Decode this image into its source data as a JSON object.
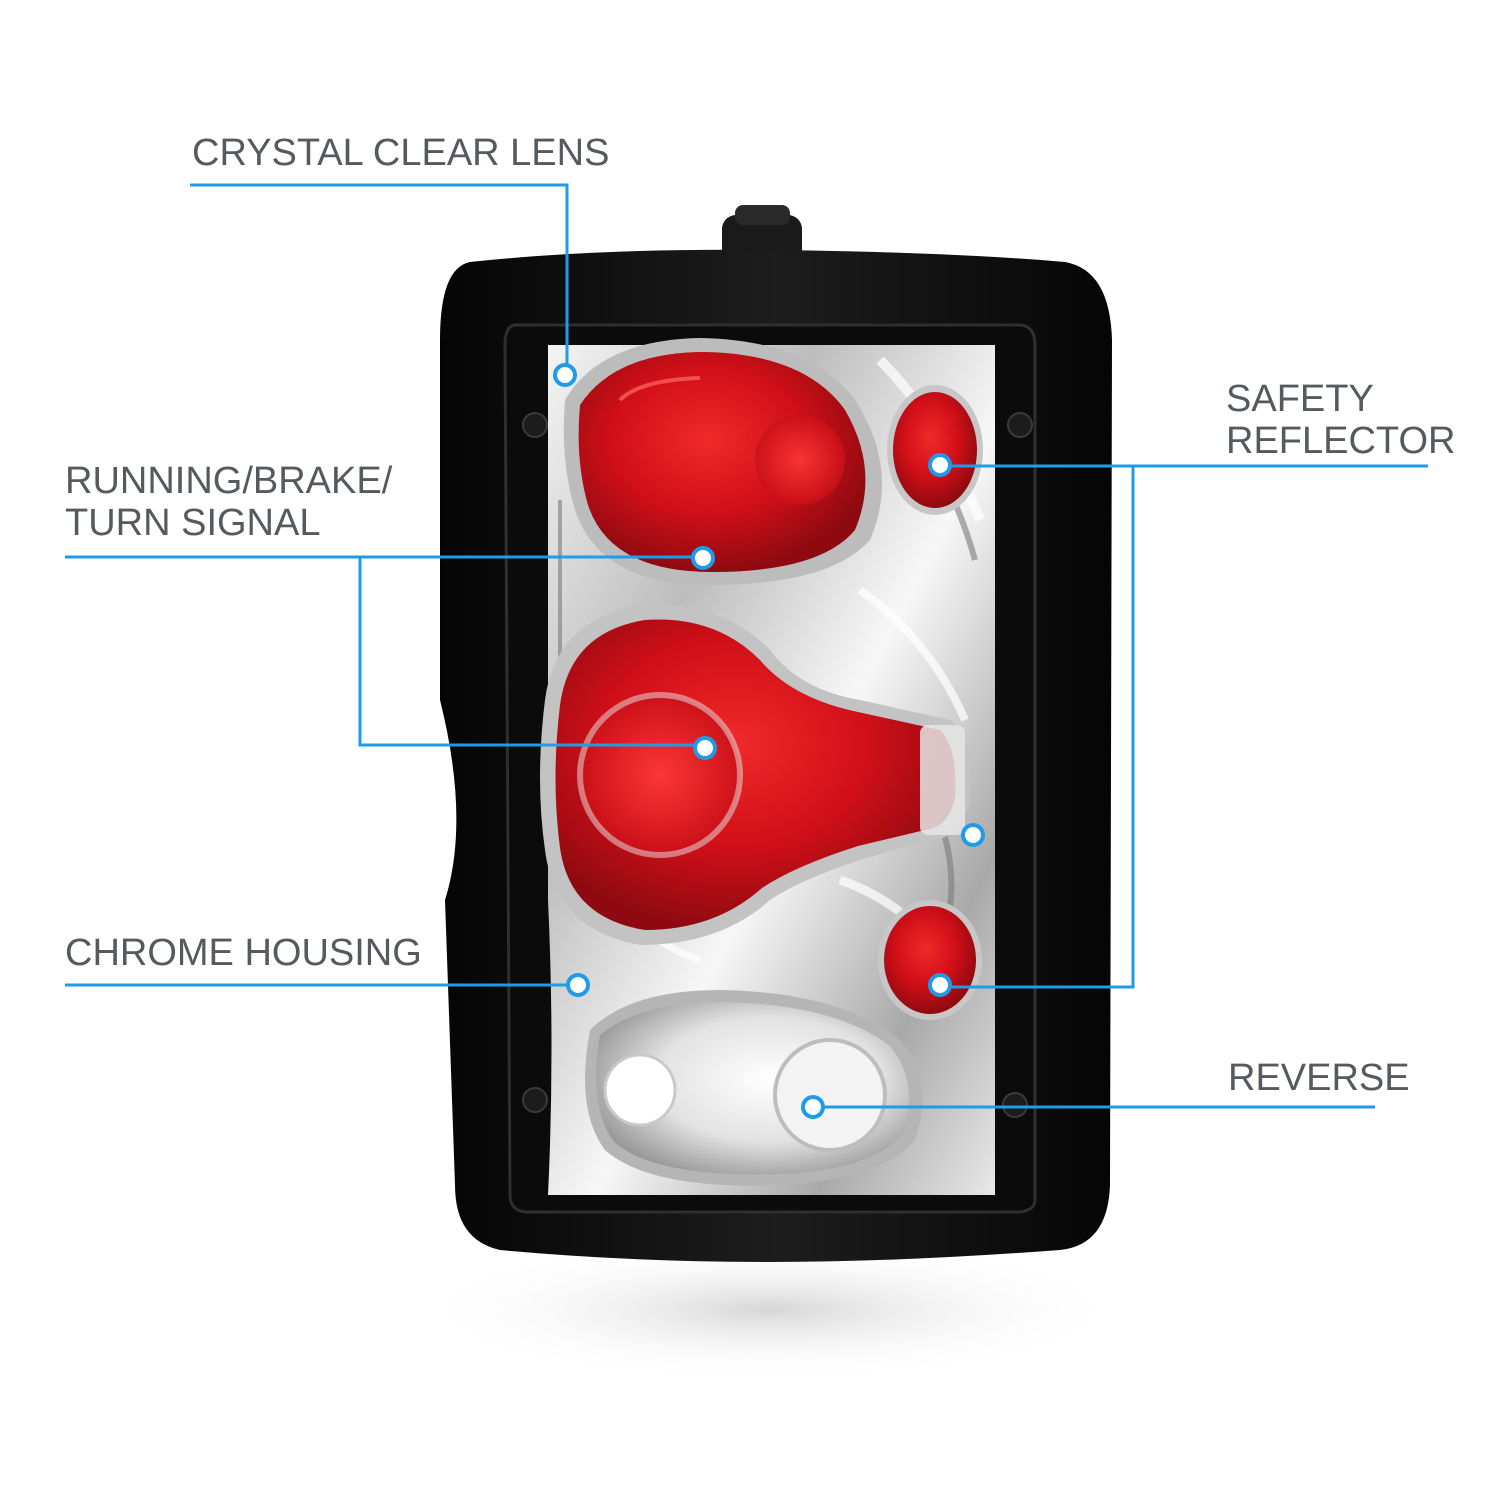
{
  "colors": {
    "callout_line": "#1e9be9",
    "label_text": "#555a5f",
    "housing_black": "#111111",
    "lens_red": "#d4111b",
    "chrome": "#d8d8d8"
  },
  "callouts": [
    {
      "id": "crystal-clear-lens",
      "lines": [
        "CRYSTAL CLEAR LENS"
      ]
    },
    {
      "id": "running-brake-turn",
      "lines": [
        "RUNNING/BRAKE/",
        "TURN SIGNAL"
      ]
    },
    {
      "id": "chrome-housing",
      "lines": [
        "CHROME HOUSING"
      ]
    },
    {
      "id": "safety-reflector",
      "lines": [
        "SAFETY",
        "REFLECTOR"
      ]
    },
    {
      "id": "reverse",
      "lines": [
        "REVERSE"
      ]
    }
  ]
}
